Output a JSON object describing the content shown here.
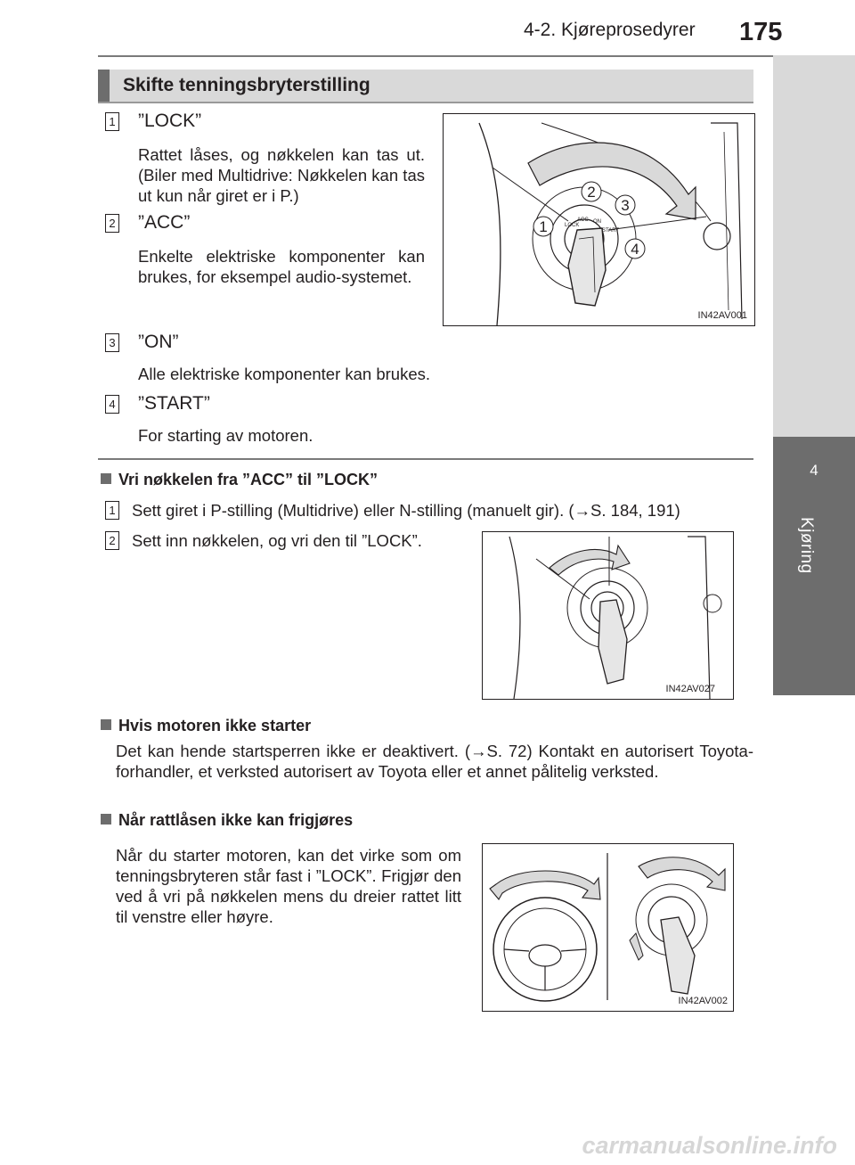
{
  "header": {
    "section": "4-2. Kjøreprosedyrer",
    "page_number": "175"
  },
  "side_tab": {
    "number": "4",
    "label": "Kjøring"
  },
  "section_title": "Skifte tenningsbryterstilling",
  "positions": [
    {
      "num": "1",
      "title": "”LOCK”",
      "text": "Rattet låses, og nøkkelen kan tas ut. (Biler med Multidrive: Nøkkelen kan tas ut kun når giret er i P.)"
    },
    {
      "num": "2",
      "title": "”ACC”",
      "text": "Enkelte elektriske komponenter kan brukes, for eksempel audio-systemet."
    },
    {
      "num": "3",
      "title": "”ON”",
      "text": "Alle elektriske komponenter kan brukes."
    },
    {
      "num": "4",
      "title": "”START”",
      "text": "For starting av motoren."
    }
  ],
  "figure1": {
    "code": "IN42AV001",
    "callouts": [
      "1",
      "2",
      "3",
      "4"
    ],
    "switch_labels": [
      "LOCK",
      "ACC",
      "ON",
      "START"
    ]
  },
  "acc_to_lock": {
    "heading": "Vri nøkkelen fra ”ACC” til ”LOCK”",
    "steps": [
      {
        "num": "1",
        "text": "Sett giret i P-stilling (Multidrive) eller N-stilling (manuelt gir). (→S. 184, 191)"
      },
      {
        "num": "2",
        "text": "Sett inn nøkkelen, og vri den til ”LOCK”."
      }
    ],
    "figure_code": "IN42AV027"
  },
  "engine_not_start": {
    "heading": "Hvis motoren ikke starter",
    "text": "Det kan hende startsperren ikke er deaktivert. (→S. 72) Kontakt en autorisert Toyota-forhandler, et verksted autorisert av Toyota eller et annet pålitelig verksted."
  },
  "steering_lock": {
    "heading": "Når rattlåsen ikke kan frigjøres",
    "text": "Når du starter motoren, kan det virke som om tenningsbryteren står fast i ”LOCK”. Frigjør den ved å vri på nøkkelen mens du dreier rattet litt til venstre eller høyre.",
    "figure_code": "IN42AV002"
  },
  "watermark": "carmanualsonline.info",
  "colors": {
    "tab_dark": "#6d6d6d",
    "tab_light": "#d9d9d9",
    "arrow_fill": "#d9d9d9"
  }
}
